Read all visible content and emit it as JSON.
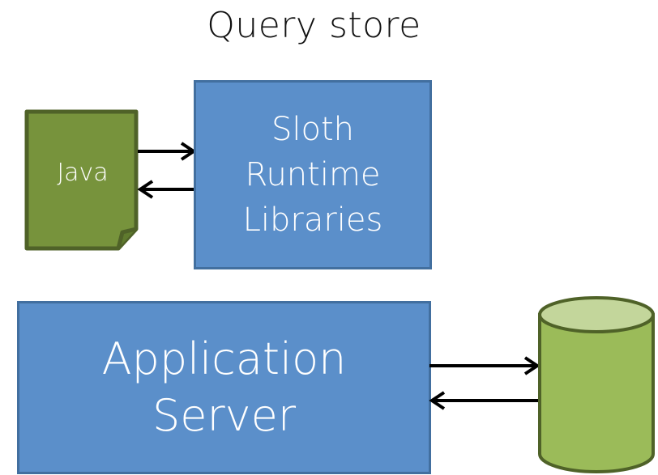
{
  "title": "Query store",
  "java_document": {
    "label": "Java",
    "fill": "#77933c",
    "border": "#4f6228"
  },
  "runtime_box": {
    "line1": "Sloth",
    "line2": "Runtime",
    "line3": "Libraries"
  },
  "app_server_box": {
    "line1": "Application",
    "line2": "Server"
  },
  "database": {
    "fill": "#9bbb59",
    "top_fill": "#c3d69b",
    "border": "#4f6228"
  },
  "colors": {
    "box_fill": "#5b8fca",
    "box_border": "#426f9f",
    "arrow": "#000000"
  }
}
